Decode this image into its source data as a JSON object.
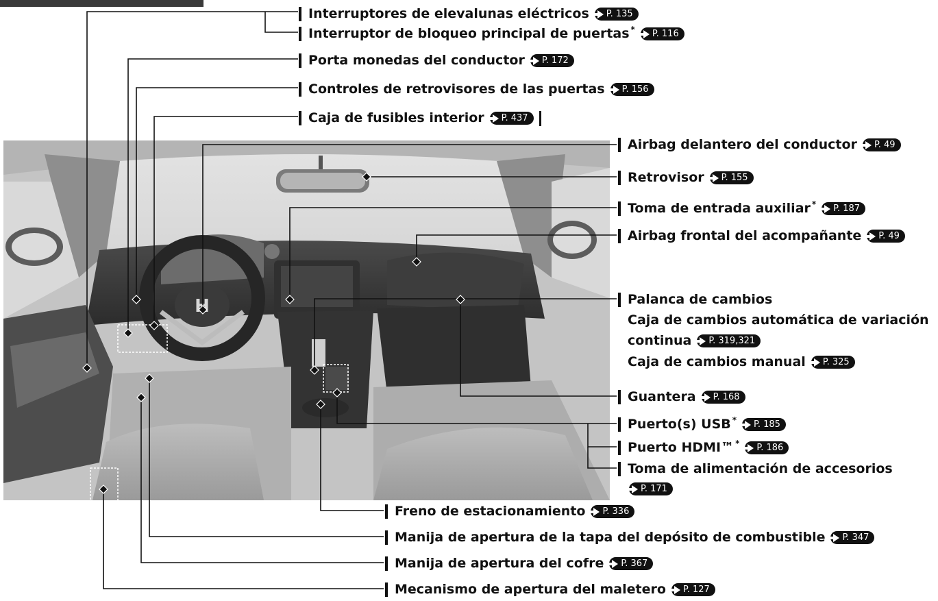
{
  "labels": {
    "power_windows": {
      "text": "Interruptores de elevalunas eléctricos",
      "ref": "P. 135"
    },
    "master_lock": {
      "text": "Interruptor de bloqueo principal de puertas",
      "ast": "*",
      "ref": "P. 116"
    },
    "coin_holder": {
      "text": "Porta monedas del conductor",
      "ref": "P. 172"
    },
    "mirror_controls": {
      "text": "Controles de retrovisores de las puertas",
      "ref": "P. 156"
    },
    "fuse_box": {
      "text": "Caja de fusibles interior",
      "ref": "P. 437"
    },
    "driver_airbag": {
      "text": "Airbag delantero del conductor",
      "ref": "P. 49"
    },
    "rearview": {
      "text": "Retrovisor",
      "ref": "P. 155"
    },
    "aux_jack": {
      "text": "Toma de entrada auxiliar",
      "ast": "*",
      "ref": "P. 187"
    },
    "passenger_airbag": {
      "text": "Airbag frontal del acompañante",
      "ref": "P. 49"
    },
    "shift_lever": {
      "text": "Palanca de cambios"
    },
    "cvt": {
      "text1": "Caja de cambios automática de variación",
      "text2": "continua",
      "ref": "P. 319,321"
    },
    "manual": {
      "text": "Caja de cambios manual",
      "ref": "P. 325"
    },
    "glovebox": {
      "text": "Guantera",
      "ref": "P. 168"
    },
    "usb": {
      "text": "Puerto(s) USB",
      "ast": "*",
      "ref": "P. 185"
    },
    "hdmi": {
      "text": "Puerto HDMI™",
      "ast": "*",
      "ref": "P. 186"
    },
    "accessory": {
      "text": "Toma de alimentación de accesorios",
      "ref": "P. 171"
    },
    "parking_brake": {
      "text": "Freno de estacionamiento",
      "ref": "P. 336"
    },
    "fuel_lid": {
      "text": "Manija de apertura de la tapa del depósito de combustible",
      "ref": "P. 347"
    },
    "hood": {
      "text": "Manija de apertura del cofre",
      "ref": "P. 367"
    },
    "trunk": {
      "text": "Mecanismo de apertura del maletero",
      "ref": "P. 127"
    }
  }
}
